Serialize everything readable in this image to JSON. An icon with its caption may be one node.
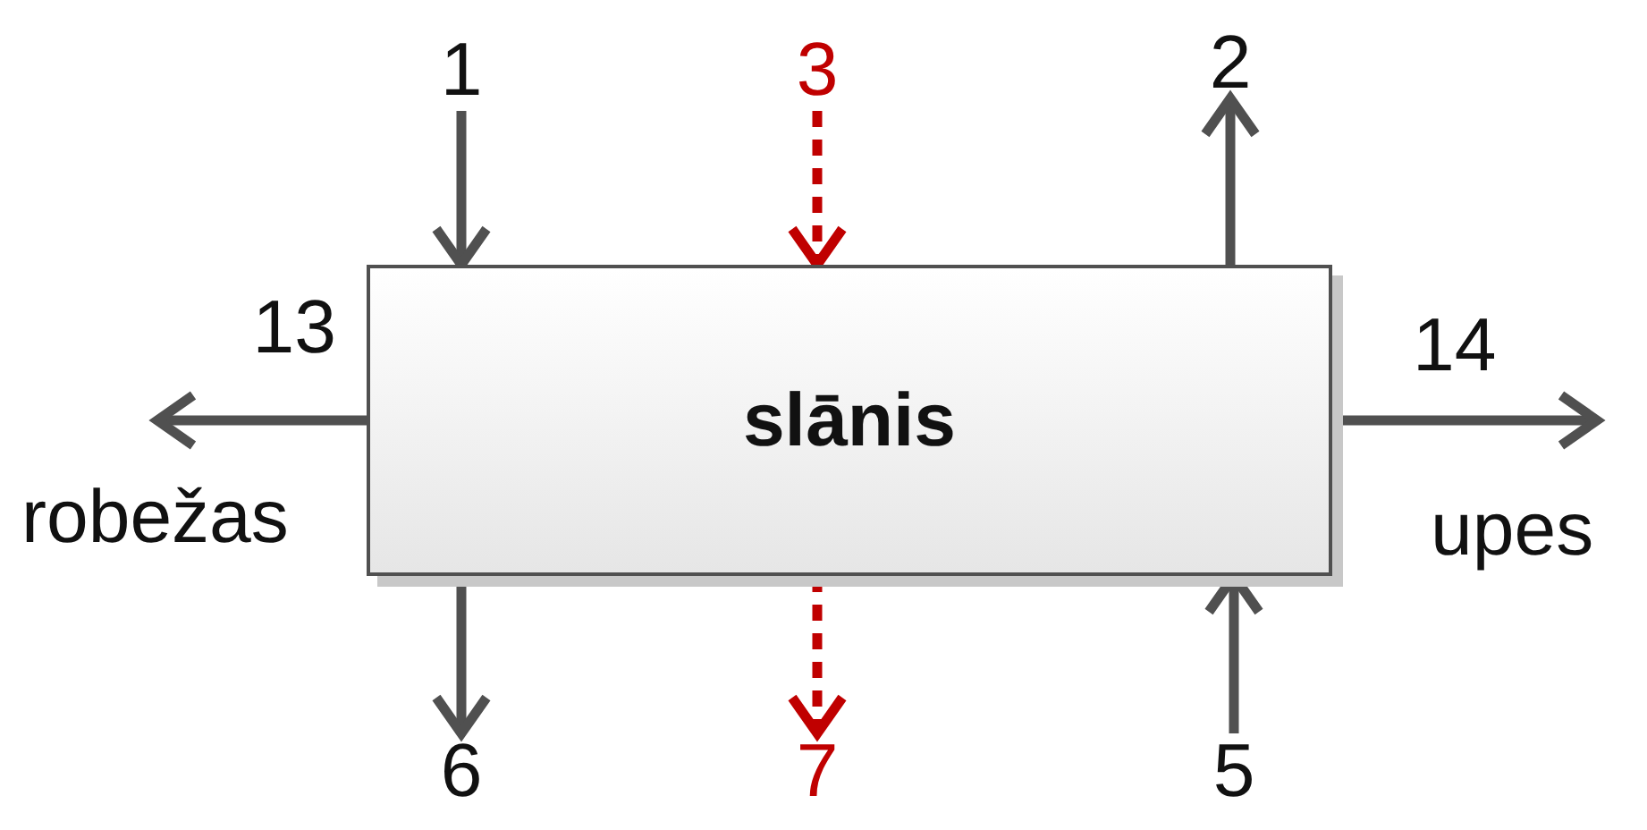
{
  "diagram": {
    "nodes": [
      {
        "text": [
          "1"
        ]
      },
      {
        "text": [
          "3"
        ]
      },
      {
        "text": [
          "2"
        ]
      },
      {
        "text": [
          "13"
        ]
      },
      {
        "text": [
          "slānis"
        ]
      },
      {
        "text": [
          "14"
        ]
      },
      {
        "text": [
          "6"
        ]
      },
      {
        "text": [
          "7"
        ]
      },
      {
        "text": [
          "5"
        ]
      }
    ],
    "edges": [
      {
        "from": 0,
        "to": 4,
        "arrow": "to"
      },
      {
        "from": 1,
        "to": 4,
        "arrow": "to",
        "style": "dashed",
        "color": "#c00000"
      },
      {
        "from": 4,
        "to": 2,
        "arrow": "to"
      },
      {
        "from": 4,
        "to": 3,
        "arrow": "to"
      },
      {
        "from": 4,
        "to": 5,
        "arrow": "to"
      },
      {
        "from": 4,
        "to": 6,
        "arrow": "to"
      },
      {
        "from": 4,
        "to": 7,
        "arrow": "to",
        "style": "dashed",
        "color": "#c00000"
      },
      {
        "from": 8,
        "to": 4,
        "arrow": "to"
      }
    ],
    "labels": [
      "robežas",
      "upes"
    ]
  }
}
